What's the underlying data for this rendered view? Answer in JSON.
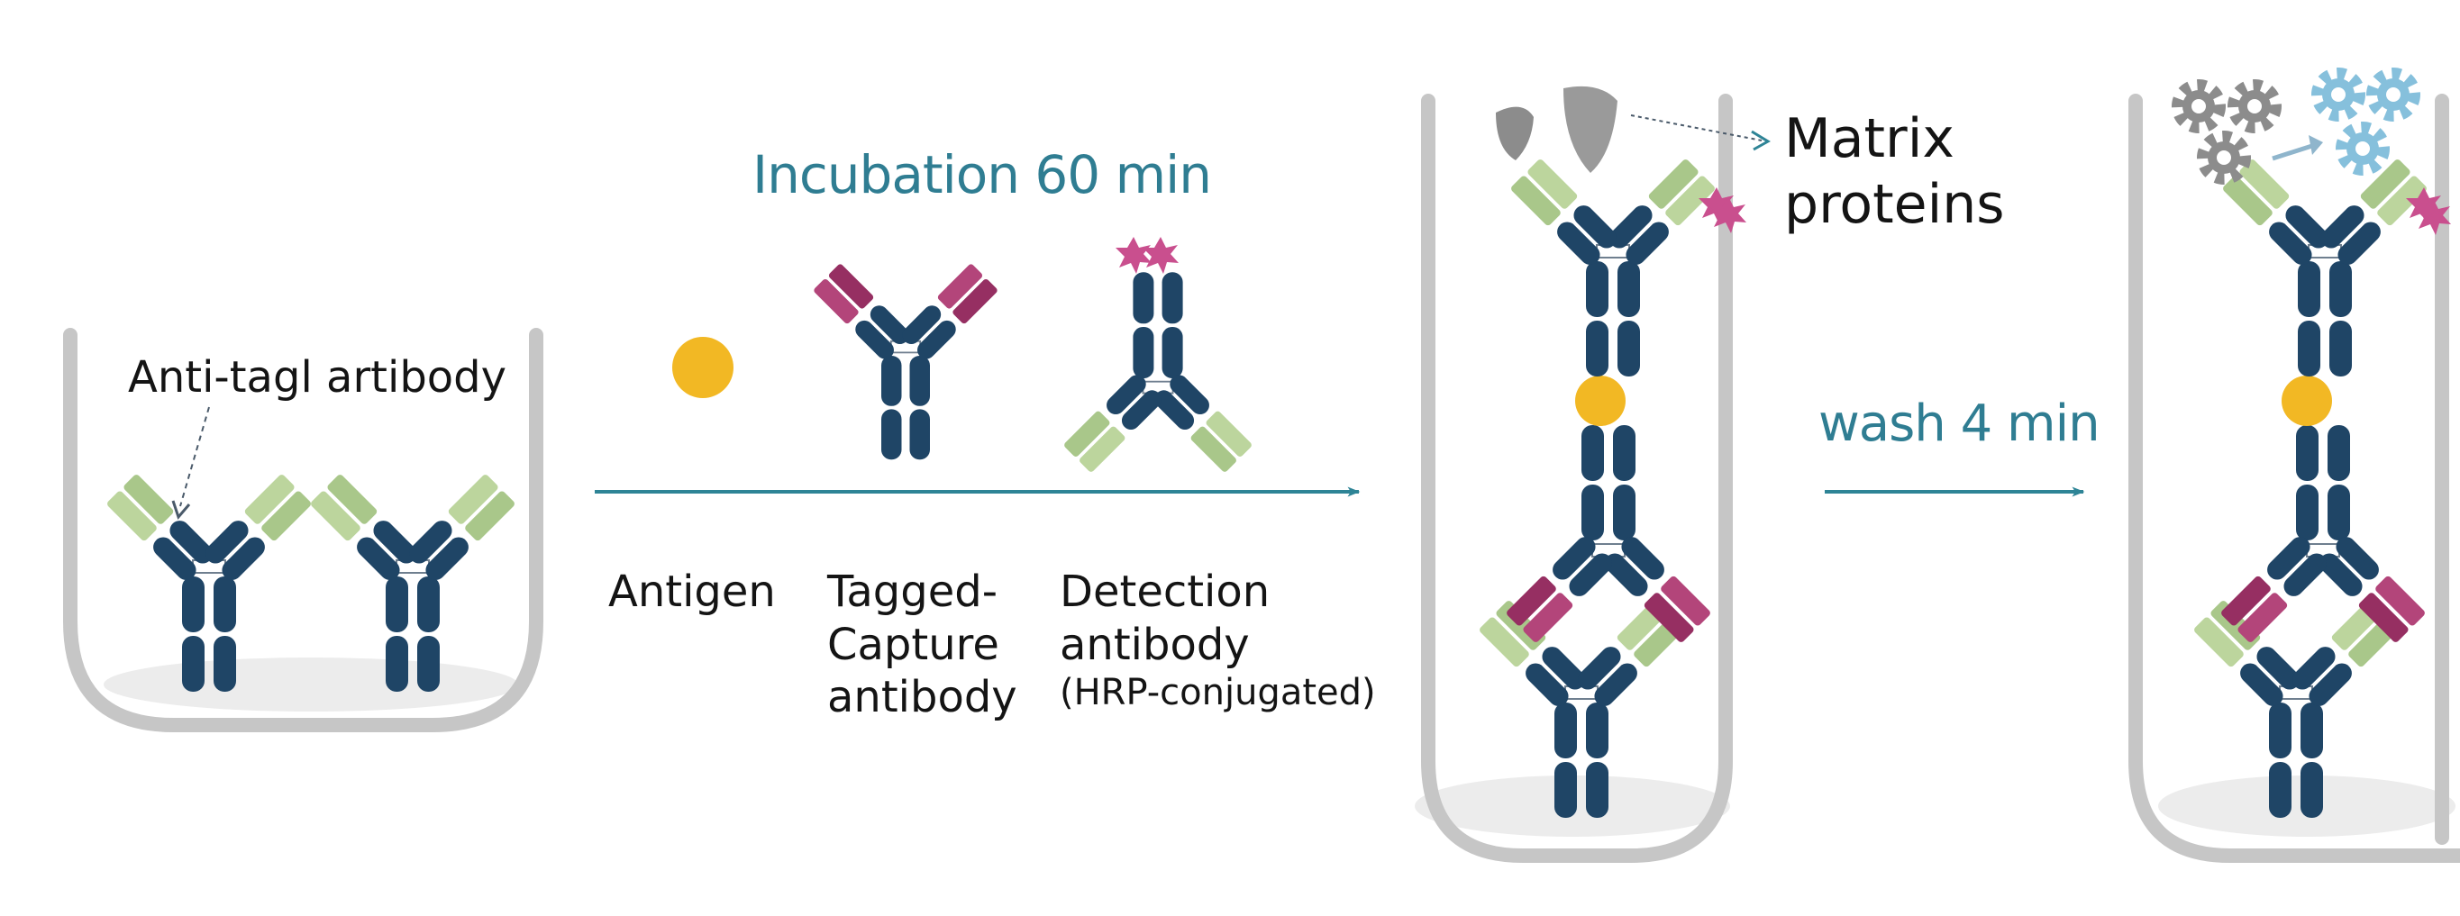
{
  "labels": {
    "anti_tag": "Anti-tagl  artibody",
    "incubation": "Incubation 60 min",
    "antigen": "Antigen",
    "tagged_capture": [
      "Tagged-",
      "Capture",
      "antibody"
    ],
    "detection": [
      "Detection",
      "antibody",
      "(HRP-conjugated)"
    ],
    "matrix": [
      "Matrix",
      "proteins"
    ],
    "wash": "wash 4 min"
  },
  "colors": {
    "navy": "#1f4566",
    "green": "#b9d39b",
    "magenta": "#a3386c",
    "gold": "#f2b824",
    "teal_text": "#2f7d92",
    "arrow": "#2e8496",
    "well": "#c6c6c6",
    "protein_gray": "#8c8c8c",
    "gear_blue": "#86c0dc"
  },
  "icons": [
    "antibody-icon",
    "antigen-icon",
    "hrp-enzyme-icon",
    "matrix-protein-icon",
    "gear-icon",
    "arrow-icon"
  ]
}
